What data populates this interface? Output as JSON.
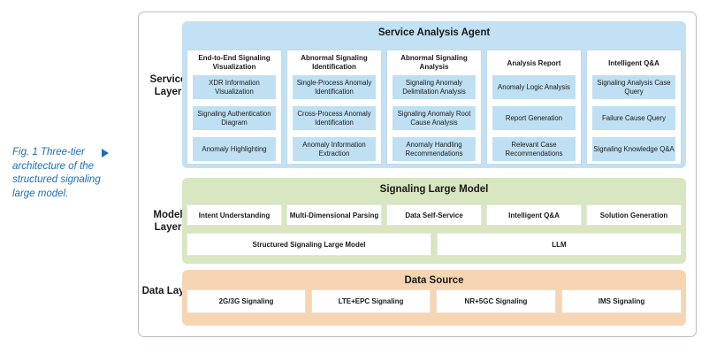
{
  "caption": {
    "text": "Fig. 1  Three-tier architecture of the structured signaling large model."
  },
  "layers": {
    "service": "Service Layer",
    "model": "Model Layer",
    "data": "Data Layer"
  },
  "service": {
    "title": "Service Analysis Agent",
    "columns": [
      {
        "title": "End-to-End Signaling Visualization",
        "items": [
          "XDR Information Visualization",
          "Signaling Authentication Diagram",
          "Anomaly Highlighting"
        ]
      },
      {
        "title": "Abnormal Signaling Identification",
        "items": [
          "Single-Process Anomaly Identification",
          "Cross-Process Anomaly Identification",
          "Anomaly Information Extraction"
        ]
      },
      {
        "title": "Abnormal Signaling Analysis",
        "items": [
          "Signaling Anomaly Delimitation Analysis",
          "Signaling Anomaly Root Cause Analysis",
          "Anomaly Handling Recommendations"
        ]
      },
      {
        "title": "Analysis Report",
        "items": [
          "Anomaly Logic Analysis",
          "Report Generation",
          "Relevant Case Recommendations"
        ]
      },
      {
        "title": "Intelligent Q&A",
        "items": [
          "Signaling Analysis Case Query",
          "Failure Cause Query",
          "Signaling Knowledge Q&A"
        ]
      }
    ]
  },
  "model": {
    "title": "Signaling Large Model",
    "row1": [
      "Intent Understanding",
      "Multi-Dimensional Parsing",
      "Data Self-Service",
      "Intelligent Q&A",
      "Solution Generation"
    ],
    "row2": [
      "Structured Signaling Large Model",
      "LLM"
    ]
  },
  "data": {
    "title": "Data Source",
    "items": [
      "2G/3G Signaling",
      "LTE+EPC Signaling",
      "NR+5GC Signaling",
      "IMS Signaling"
    ]
  },
  "colors": {
    "service_band": "#c3e1f4",
    "model_band": "#d8e6c1",
    "data_band": "#f7d5b3",
    "caption": "#1a6fb5"
  }
}
